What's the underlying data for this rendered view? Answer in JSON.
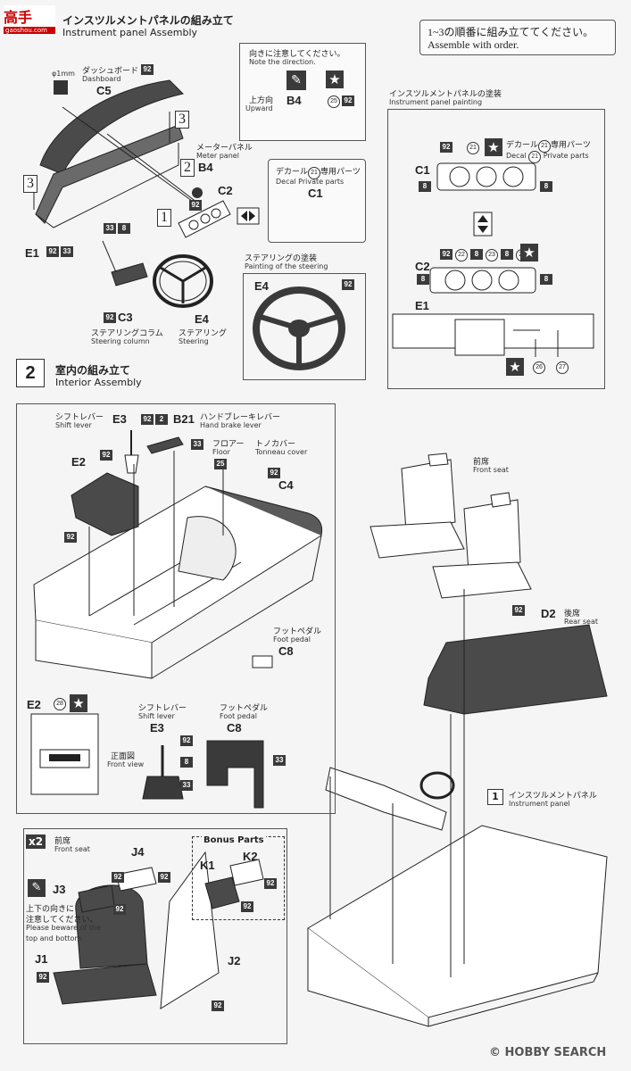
{
  "header": {
    "logo_text": "高手",
    "logo_url_text": "gaoshou.com",
    "step1_title_jp": "インスツルメントパネルの組み立て",
    "step1_title_en": "Instrument panel Assembly"
  },
  "order_note": {
    "jp": "1~3の順番に組み立ててください。",
    "en": "Assemble with order."
  },
  "direction_note": {
    "jp": "向きに注意してください。",
    "en": "Note the direction.",
    "upward_jp": "上方向",
    "upward_en": "Upward",
    "part_b4": "B4",
    "paint_25": "25",
    "paint_92": "92"
  },
  "step1": {
    "phi_label": "φ1mm",
    "dashboard_jp": "ダッシュボード",
    "dashboard_en": "Dashboard",
    "c5": "C5",
    "c5_paint": "92",
    "meter_jp": "メーターパネル",
    "meter_en": "Meter panel",
    "b4": "B4",
    "c2": "C2",
    "e1": "E1",
    "e1_paint_a": "92",
    "e1_paint_b": "33",
    "paint_92_c2": "92",
    "paint_33": "33",
    "paint_8": "8",
    "c3": "C3",
    "c3_paint": "92",
    "steering_col_jp": "ステアリングコラム",
    "steering_col_en": "Steering column",
    "e4": "E4",
    "steering_jp": "ステアリング",
    "steering_en": "Steering",
    "num1": "1",
    "num2": "2",
    "num3a": "3",
    "num3b": "3"
  },
  "decal_box": {
    "jp": "デカール",
    "decal_num": "21",
    "jp_suffix": "専用パーツ",
    "en": "Decal",
    "en_suffix": "Private parts",
    "part": "C1"
  },
  "steering_paint": {
    "jp": "ステアリングの塗装",
    "en": "Painting of the steering",
    "part": "E4",
    "paint": "92"
  },
  "panel_paint": {
    "jp": "インスツルメントパネルの塗装",
    "en": "Instrument panel painting",
    "c1": "C1",
    "c1_paint": "92",
    "c1_decal": "21",
    "decal_jp": "デカール",
    "decal_jp_suffix": "専用パーツ",
    "decal_en": "Decal",
    "decal_en_suffix": "Private parts",
    "paint8_l": "8",
    "paint8_r": "8",
    "c2": "C2",
    "c2_paints": [
      "92",
      "22",
      "8",
      "23",
      "8",
      "24"
    ],
    "c2_paint8_l": "8",
    "c2_paint8_r": "8",
    "e1": "E1",
    "decal_26": "26",
    "decal_27": "27"
  },
  "step2": {
    "num": "2",
    "title_jp": "室内の組み立て",
    "title_en": "Interior Assembly",
    "shift_jp": "シフトレバー",
    "shift_en": "Shift lever",
    "e3": "E3",
    "e3_paint_a": "92",
    "e3_paint_b": "2",
    "b21": "B21",
    "hand_jp": "ハンドブレーキレバー",
    "hand_en": "Hand brake lever",
    "b21_paint": "33",
    "e2": "E2",
    "e2_paint": "92",
    "floor_jp": "フロアー",
    "floor_en": "Floor",
    "floor_paint": "25",
    "tonneau_jp": "トノカバー",
    "tonneau_en": "Tonneau cover",
    "c4": "C4",
    "c4_paint": "92",
    "left_paint": "92",
    "pedal_jp": "フットペダル",
    "pedal_en": "Foot pedal",
    "c8": "C8",
    "e2_detail": "E2",
    "e2_decal": "28",
    "shift_jp_2": "シフトレバー",
    "shift_en_2": "Shift lever",
    "e3_detail": "E3",
    "front_view_jp": "正面図",
    "front_view_en": "Front view",
    "e3_paints": [
      "92",
      "8",
      "33"
    ],
    "pedal_jp_2": "フットペダル",
    "pedal_en_2": "Foot pedal",
    "c8_detail": "C8",
    "c8_paint": "33"
  },
  "seats": {
    "front_jp": "前席",
    "front_en": "Front seat",
    "rear_jp": "後席",
    "rear_en": "Rear seat",
    "d2": "D2",
    "d2_paint": "92",
    "inst_num": "1",
    "inst_jp": "インスツルメントパネル",
    "inst_en": "Instrument panel"
  },
  "front_seat_box": {
    "times": "x2",
    "jp": "前席",
    "en": "Front seat",
    "j3": "J3",
    "j3_paint": "92",
    "j4": "J4",
    "j4_paint_a": "92",
    "j4_paint_b": "92",
    "note_jp_1": "上下の向きに",
    "note_jp_2": "注意してください。",
    "note_en_1": "Please beware of the",
    "note_en_2": "top and bottom.",
    "j1": "J1",
    "j1_paint": "92",
    "j2": "J2",
    "j2_paint": "92",
    "bonus_title": "Bonus Parts",
    "k1": "K1",
    "k2": "K2",
    "k_paint_a": "92",
    "k_paint_b": "92"
  },
  "watermark": {
    "text": "HOBBY SEARCH",
    "mark": "©"
  }
}
